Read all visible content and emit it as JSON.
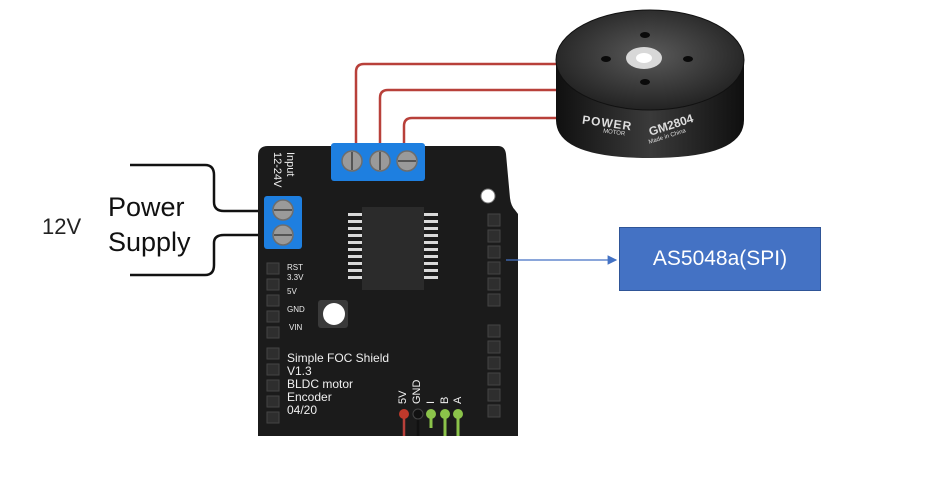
{
  "supply": {
    "voltage": "12V",
    "title_line1": "Power",
    "title_line2": "Supply"
  },
  "board": {
    "input_label_line1": "Input",
    "input_label_line2": "12-24V",
    "pins": [
      "RST",
      "3.3V",
      "5V",
      "GND",
      "VIN"
    ],
    "info": [
      "Simple FOC Shield",
      "V1.3",
      "BLDC motor",
      "Encoder",
      "04/20"
    ],
    "encoder_pins": [
      "5V",
      "GND",
      "I",
      "B",
      "A"
    ]
  },
  "motor": {
    "brand": "POWER",
    "brand_sub": "MOTOR",
    "model": "GM2804",
    "origin": "Made in China"
  },
  "sensor": {
    "label": "AS5048a(SPI)"
  },
  "colors": {
    "board": "#1b1b1b",
    "terminal": "#1e7fe0",
    "wire": "#b8403a",
    "sensor": "#4472c4",
    "arrow": "#4472c4"
  }
}
